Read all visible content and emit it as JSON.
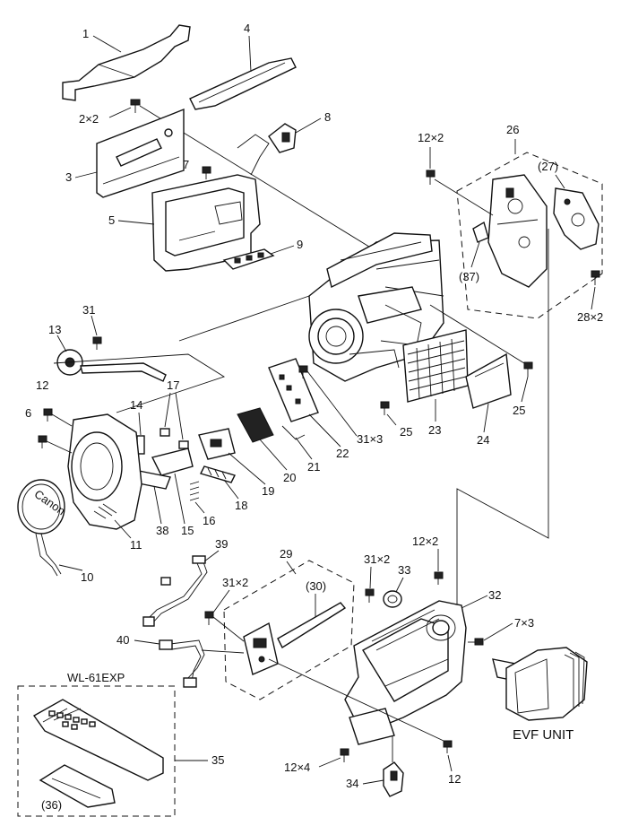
{
  "labels": {
    "p1": "1",
    "p2": "2×2",
    "p3": "3",
    "p4": "4",
    "p5": "5",
    "p6": "6",
    "p7": "7",
    "p8": "8",
    "p9": "9",
    "p10": "10",
    "p11": "11",
    "p12a": "12",
    "p12b": "12×2",
    "p12c": "12×2",
    "p12d": "12×4",
    "p12e": "12",
    "p13": "13",
    "p14": "14",
    "p15": "15",
    "p16": "16",
    "p17": "17",
    "p18": "18",
    "p19": "19",
    "p20": "20",
    "p21": "21",
    "p22": "22",
    "p23": "23",
    "p24": "24",
    "p25a": "25",
    "p25b": "25",
    "p26": "26",
    "p27": "(27)",
    "p28": "28×2",
    "p29": "29",
    "p30": "(30)",
    "p31a": "31",
    "p31b": "31×3",
    "p31c": "31×2",
    "p31d": "31×2",
    "p32": "32",
    "p33": "33",
    "p34": "34",
    "p35": "35",
    "p36": "(36)",
    "p37": "(37)",
    "p38": "38",
    "p39": "39",
    "p40": "40",
    "p7x3": "7×3",
    "remote_title": "WL-61EXP",
    "evf": "EVF UNIT",
    "lens_cap_text": "Canon"
  }
}
